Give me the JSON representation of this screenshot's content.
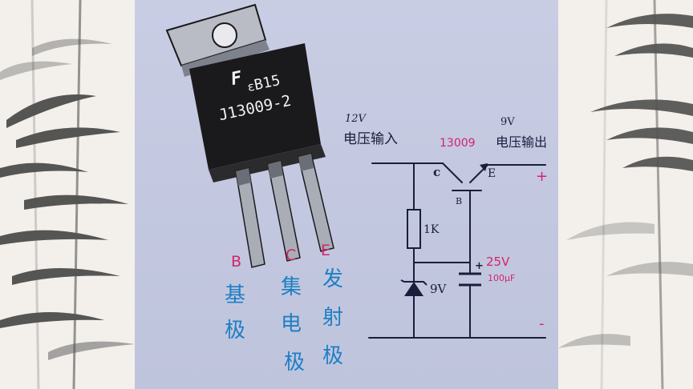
{
  "colors": {
    "ink": "#1b1d3a",
    "pink": "#d2246c",
    "blue": "#1f7fc4",
    "paper": "#c6cae2",
    "chip_body": "#1a1a1c",
    "metal": "#b9bcc4"
  },
  "transistor": {
    "marking_line1": "B15",
    "marking_line2": "J13009-2",
    "logo": "F"
  },
  "pins": [
    {
      "letter": "B",
      "name_chars": [
        "基",
        "极"
      ]
    },
    {
      "letter": "C",
      "name_chars": [
        "集",
        "电",
        "极"
      ]
    },
    {
      "letter": "E",
      "name_chars": [
        "发",
        "射",
        "极"
      ]
    }
  ],
  "circuit": {
    "input_voltage": "12V",
    "input_label": "电压输入",
    "transistor_label": "13009",
    "output_voltage": "9V",
    "output_label": "电压输出",
    "plus_sign": "+",
    "minus_sign": "-",
    "terminal_c": "c",
    "terminal_e": "E",
    "terminal_b": "B",
    "resistor_value": "1K",
    "zener_value": "9V",
    "cap_voltage": "25V",
    "cap_value": "100μF",
    "cap_plus": "+"
  }
}
